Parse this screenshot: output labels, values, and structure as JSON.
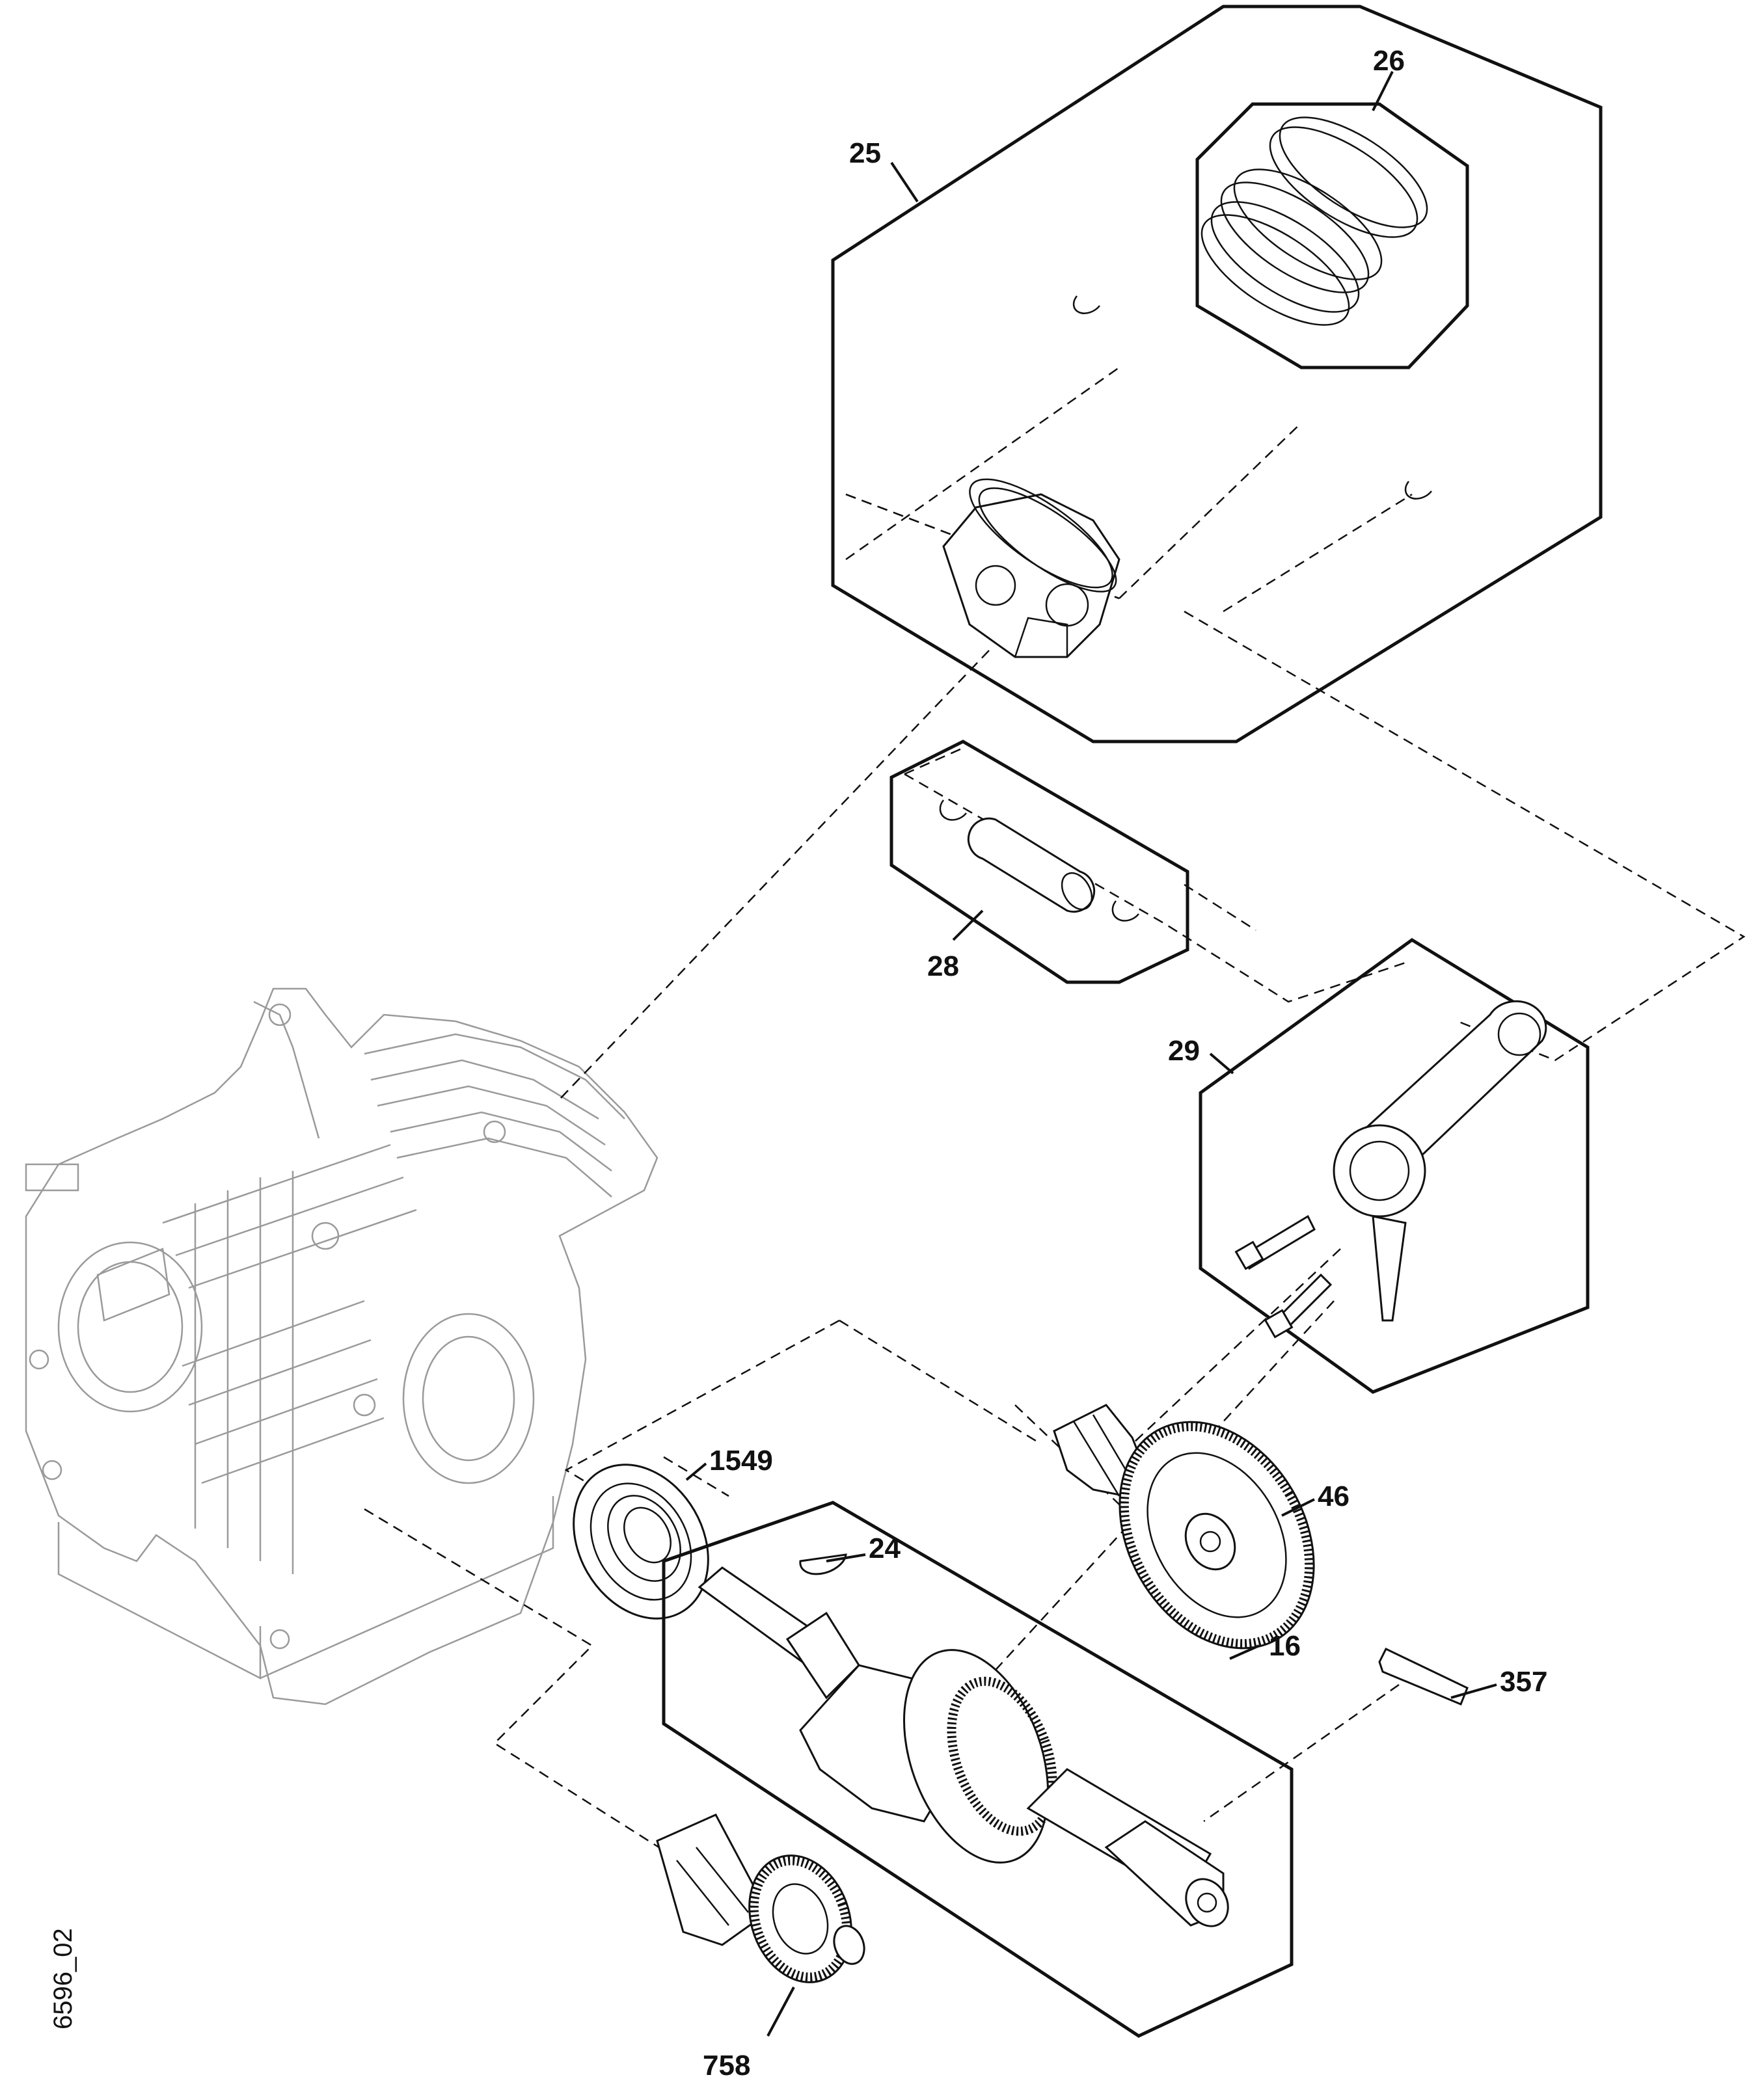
{
  "figure_id": "6596_02",
  "callouts": [
    {
      "label": "25",
      "part": "piston-assembly"
    },
    {
      "label": "26",
      "part": "piston-ring-set"
    },
    {
      "label": "28",
      "part": "piston-pin-set"
    },
    {
      "label": "29",
      "part": "connecting-rod"
    },
    {
      "label": "1549",
      "part": "ball-bearing"
    },
    {
      "label": "24",
      "part": "woodruff-key"
    },
    {
      "label": "46",
      "part": "camshaft"
    },
    {
      "label": "16",
      "part": "crankshaft"
    },
    {
      "label": "357",
      "part": "key"
    },
    {
      "label": "758",
      "part": "governor-assembly"
    }
  ]
}
